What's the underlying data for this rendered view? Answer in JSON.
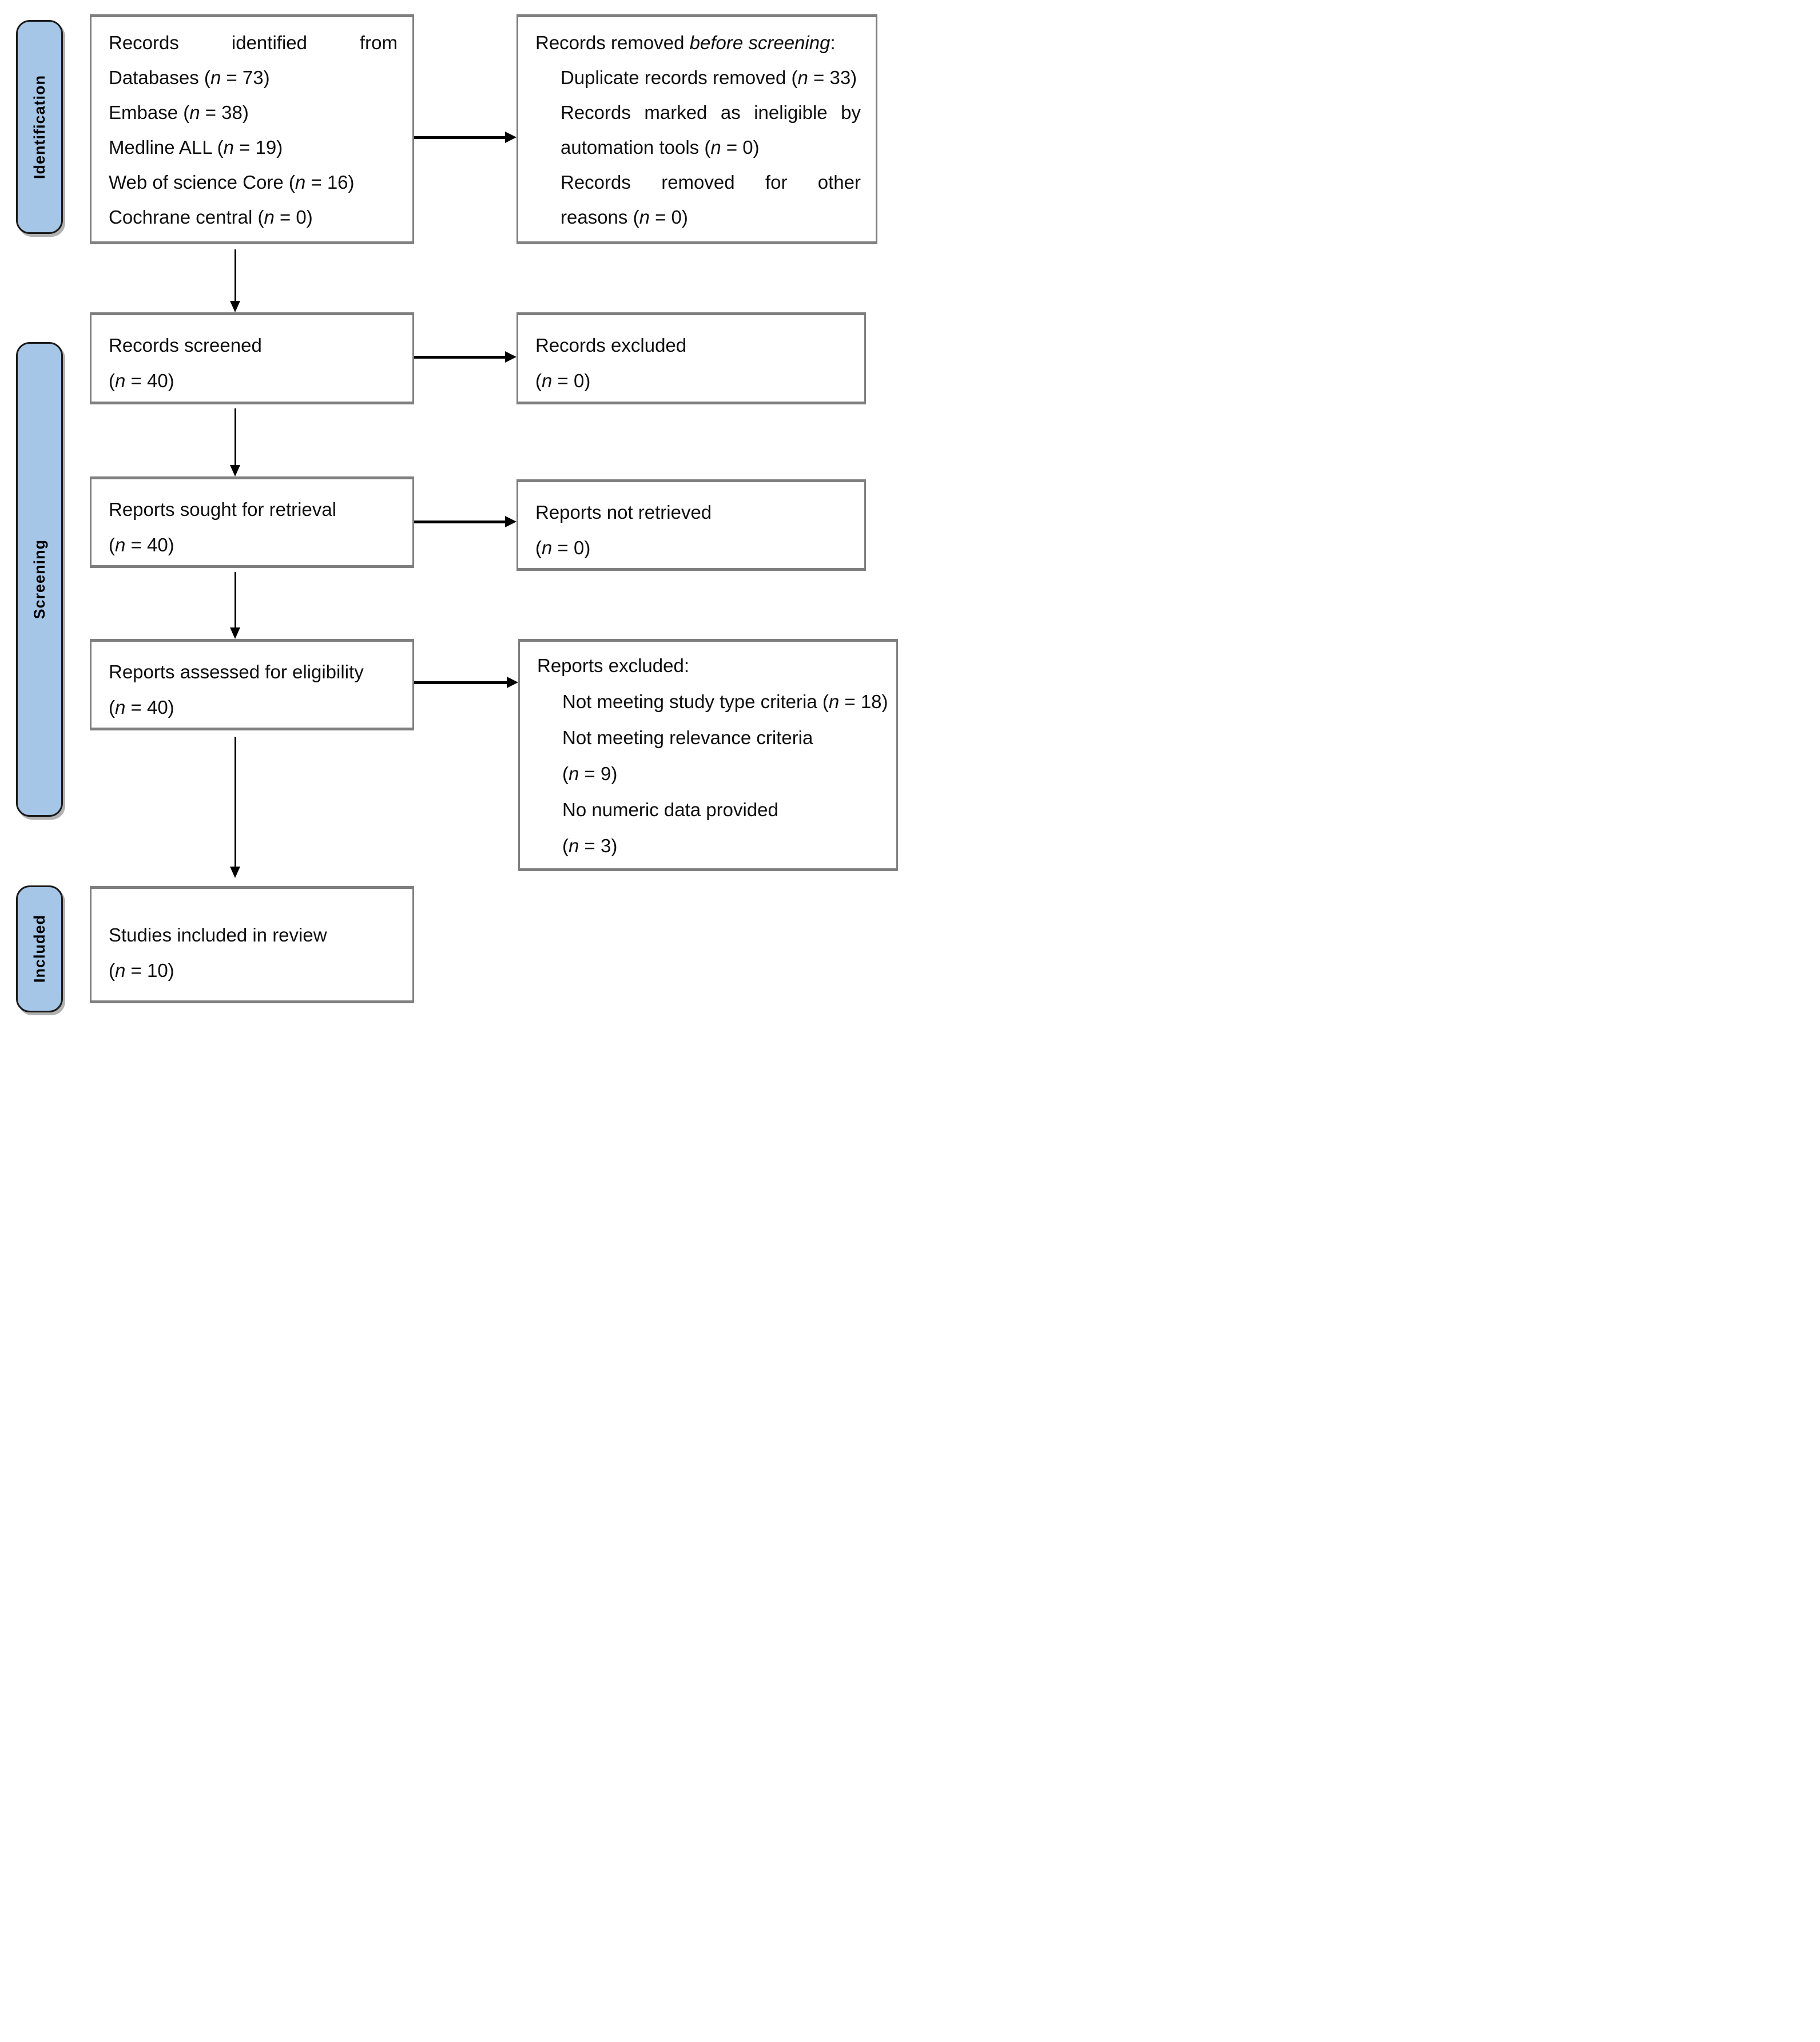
{
  "colors": {
    "background": "#FFFFFF",
    "sidebar_fill": "#A6C6E7",
    "sidebar_border": "#1A1A1A",
    "box_border": "#7F7F7F",
    "arrow": "#000000",
    "text": "#0E0E0E"
  },
  "stages": {
    "identification": "Identification",
    "screening": "Screening",
    "included": "Included"
  },
  "boxes": {
    "records_identified": {
      "lines": [
        "Records identified from",
        "Databases (*n* = 73)",
        "Embase (*n* = 38)",
        "Medline ALL (*n* = 19)",
        "Web of science Core (*n* = 16)",
        "Cochrane central (*n* = 0)"
      ]
    },
    "records_removed": {
      "lines": [
        "Records removed *before screening*:",
        "Duplicate records removed (*n* = 33)",
        "Records marked as ineligible by",
        "automation tools (*n* = 0)",
        "Records removed for other",
        "reasons (*n* = 0)"
      ]
    },
    "records_screened": {
      "lines": [
        "Records screened",
        "(*n* = 40)"
      ]
    },
    "records_excluded": {
      "lines": [
        "Records excluded",
        "(*n* = 0)"
      ]
    },
    "reports_sought": {
      "lines": [
        "Reports sought for retrieval",
        "(*n* = 40)"
      ]
    },
    "reports_not_retrieved": {
      "lines": [
        "Reports not retrieved",
        "(*n* = 0)"
      ]
    },
    "reports_assessed": {
      "lines": [
        "Reports assessed for eligibility",
        "(*n* = 40)"
      ]
    },
    "reports_excluded": {
      "lines": [
        "Reports excluded:",
        "Not meeting study type criteria (*n* = 18)",
        "Not meeting relevance criteria",
        "(*n* = 9)",
        "No numeric data provided",
        "(*n* = 3)"
      ]
    },
    "studies_included": {
      "lines": [
        "Studies included in review",
        "(*n* = 10)"
      ]
    }
  }
}
